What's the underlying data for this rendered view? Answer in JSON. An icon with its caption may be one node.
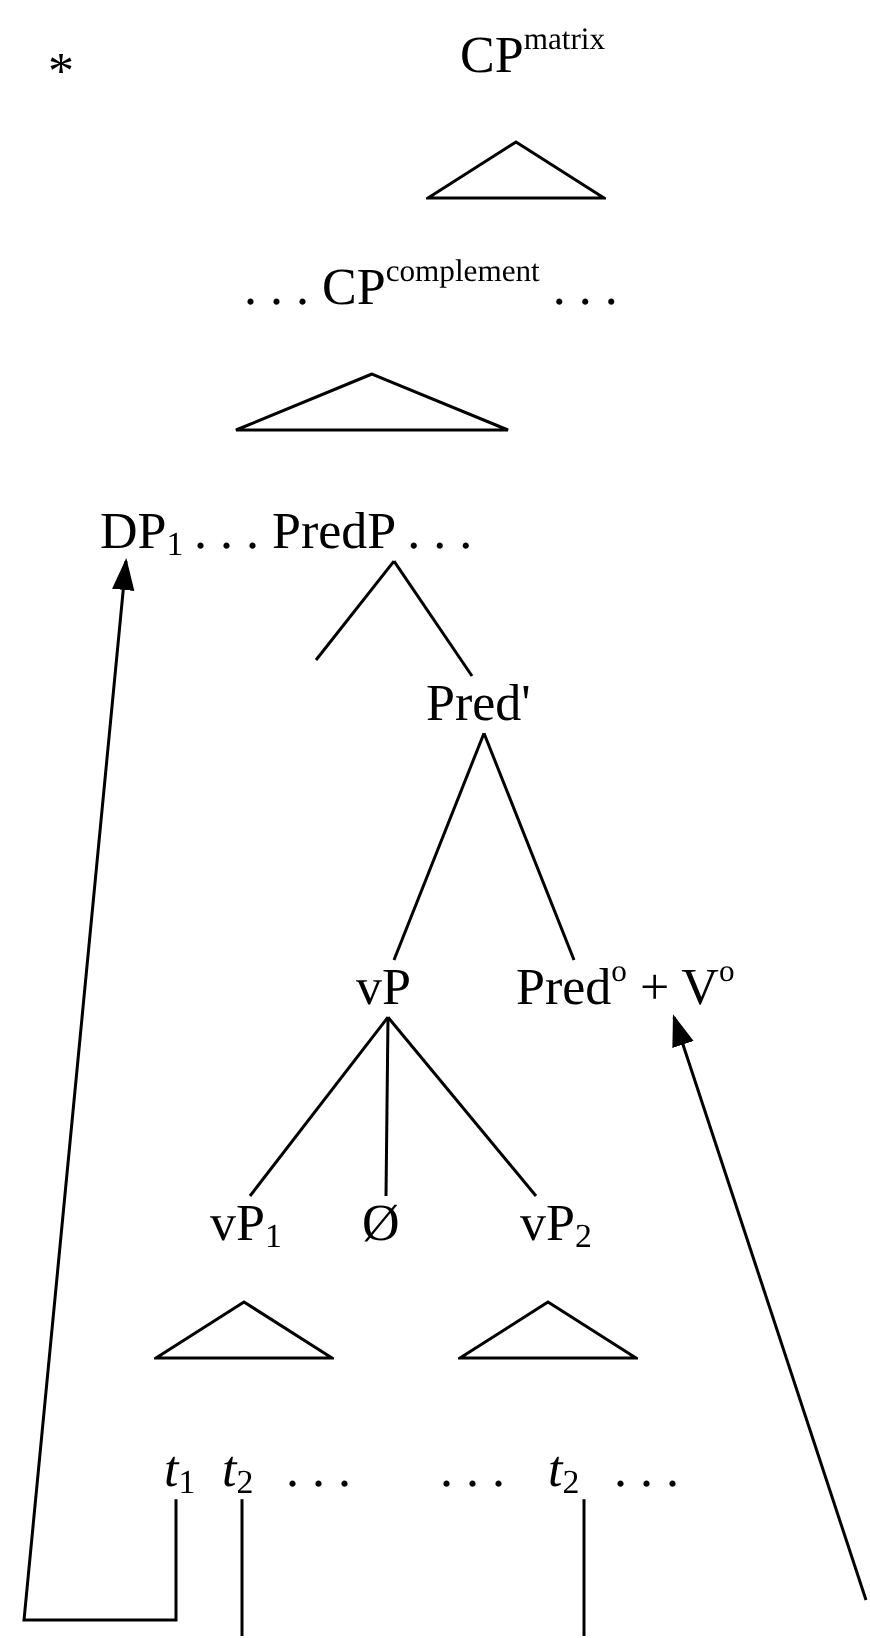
{
  "diagram": {
    "nodes": [
      {
        "text": [
          "CP$^{matrix}$"
        ]
      },
      {
        "text": [],
        "shape": "triangle"
      },
      {
        "text": [
          ". . . CP$^{complement}$ . . ."
        ]
      },
      {
        "text": [],
        "shape": "triangle"
      },
      {
        "text": [
          "DP$_{1}$"
        ]
      },
      {
        "text": [
          ". . . PredP . . ."
        ]
      },
      {
        "text": [
          "Pred'"
        ]
      },
      {
        "text": [
          "vP"
        ]
      },
      {
        "text": [
          "Pred$^{o}$ + V$^{o}$"
        ]
      },
      {
        "text": [
          "vP$_{1}$"
        ]
      },
      {
        "text": [
          "Ø"
        ]
      },
      {
        "text": [
          "vP$_{2}$"
        ]
      },
      {
        "text": [],
        "shape": "triangle"
      },
      {
        "text": [],
        "shape": "triangle"
      },
      {
        "text": [
          "*t*$_{1}$"
        ]
      },
      {
        "text": [
          "*t*$_{2}$"
        ]
      },
      {
        "text": [
          "*t*$_{2}$"
        ]
      }
    ],
    "edges": [
      {
        "from": 5,
        "to": null,
        "arrow": "none"
      },
      {
        "from": 5,
        "to": 6,
        "arrow": "none"
      },
      {
        "from": 6,
        "to": 7,
        "arrow": "none"
      },
      {
        "from": 6,
        "to": 8,
        "arrow": "none"
      },
      {
        "from": 7,
        "to": 9,
        "arrow": "none"
      },
      {
        "from": 7,
        "to": 10,
        "arrow": "none"
      },
      {
        "from": 7,
        "to": 11,
        "arrow": "none"
      },
      {
        "from": 14,
        "to": 4,
        "arrow": "to"
      },
      {
        "from": 15,
        "to": null,
        "arrow": "none"
      },
      {
        "from": 16,
        "to": null,
        "arrow": "none"
      },
      {
        "from": null,
        "to": 8,
        "arrow": "to"
      }
    ],
    "labels": [
      "*",
      ". . .",
      ". . .",
      ". . ."
    ]
  }
}
